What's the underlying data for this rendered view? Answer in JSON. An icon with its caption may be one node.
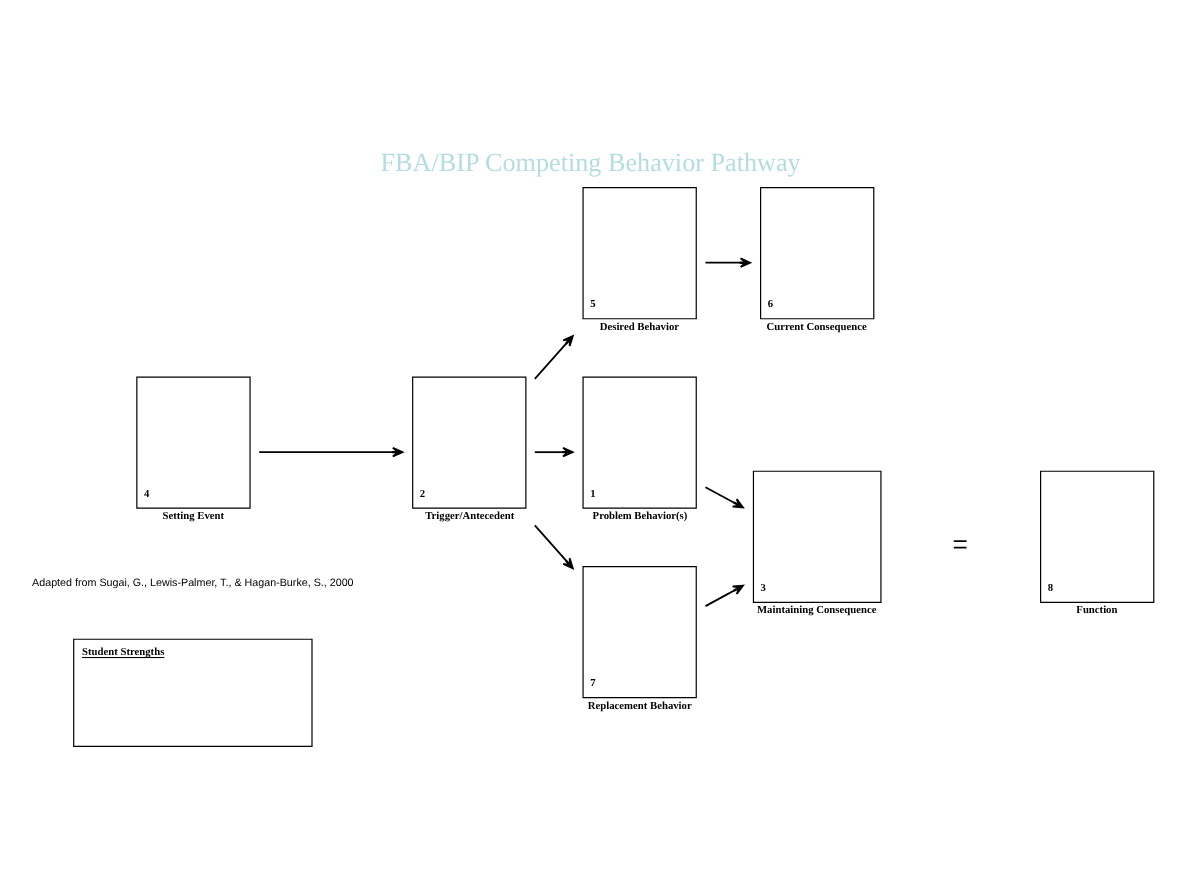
{
  "diagram": {
    "title": "FBA/BIP Competing Behavior Pathway",
    "caption": "Adapted from Sugai, G., Lewis-Palmer, T., & Hagan-Burke, S., 2000",
    "nodes": [
      {
        "text": [
          "Student Strengths"
        ]
      },
      {
        "text": [
          "5"
        ],
        "beside": [
          "Desired Behavior"
        ]
      },
      {
        "text": [
          "6"
        ],
        "beside": [
          "Current Consequence"
        ]
      },
      {
        "text": [
          "4"
        ],
        "beside": [
          "Setting Event"
        ]
      },
      {
        "text": [
          "2"
        ],
        "beside": [
          "Trigger/Antecedent"
        ]
      },
      {
        "text": [
          "1"
        ],
        "beside": [
          "Problem Behavior(s)"
        ]
      },
      {
        "text": [
          "3"
        ],
        "beside": [
          "Maintaining Consequence"
        ]
      },
      {
        "text": [
          "8"
        ],
        "beside": [
          "Function"
        ]
      },
      {
        "text": [
          "7"
        ],
        "beside": [
          "Replacement Behavior"
        ]
      }
    ],
    "edges": [
      {
        "from": 4,
        "to": 1,
        "arrow": "to"
      },
      {
        "from": 1,
        "to": 2,
        "arrow": "to"
      },
      {
        "from": 3,
        "to": 4,
        "arrow": "to"
      },
      {
        "from": 4,
        "to": 5,
        "arrow": "to"
      },
      {
        "from": 5,
        "to": 6,
        "arrow": "to"
      },
      {
        "from": 4,
        "to": 8,
        "arrow": "to"
      },
      {
        "from": 8,
        "to": 6,
        "arrow": "to"
      }
    ],
    "labels": [
      "="
    ]
  }
}
